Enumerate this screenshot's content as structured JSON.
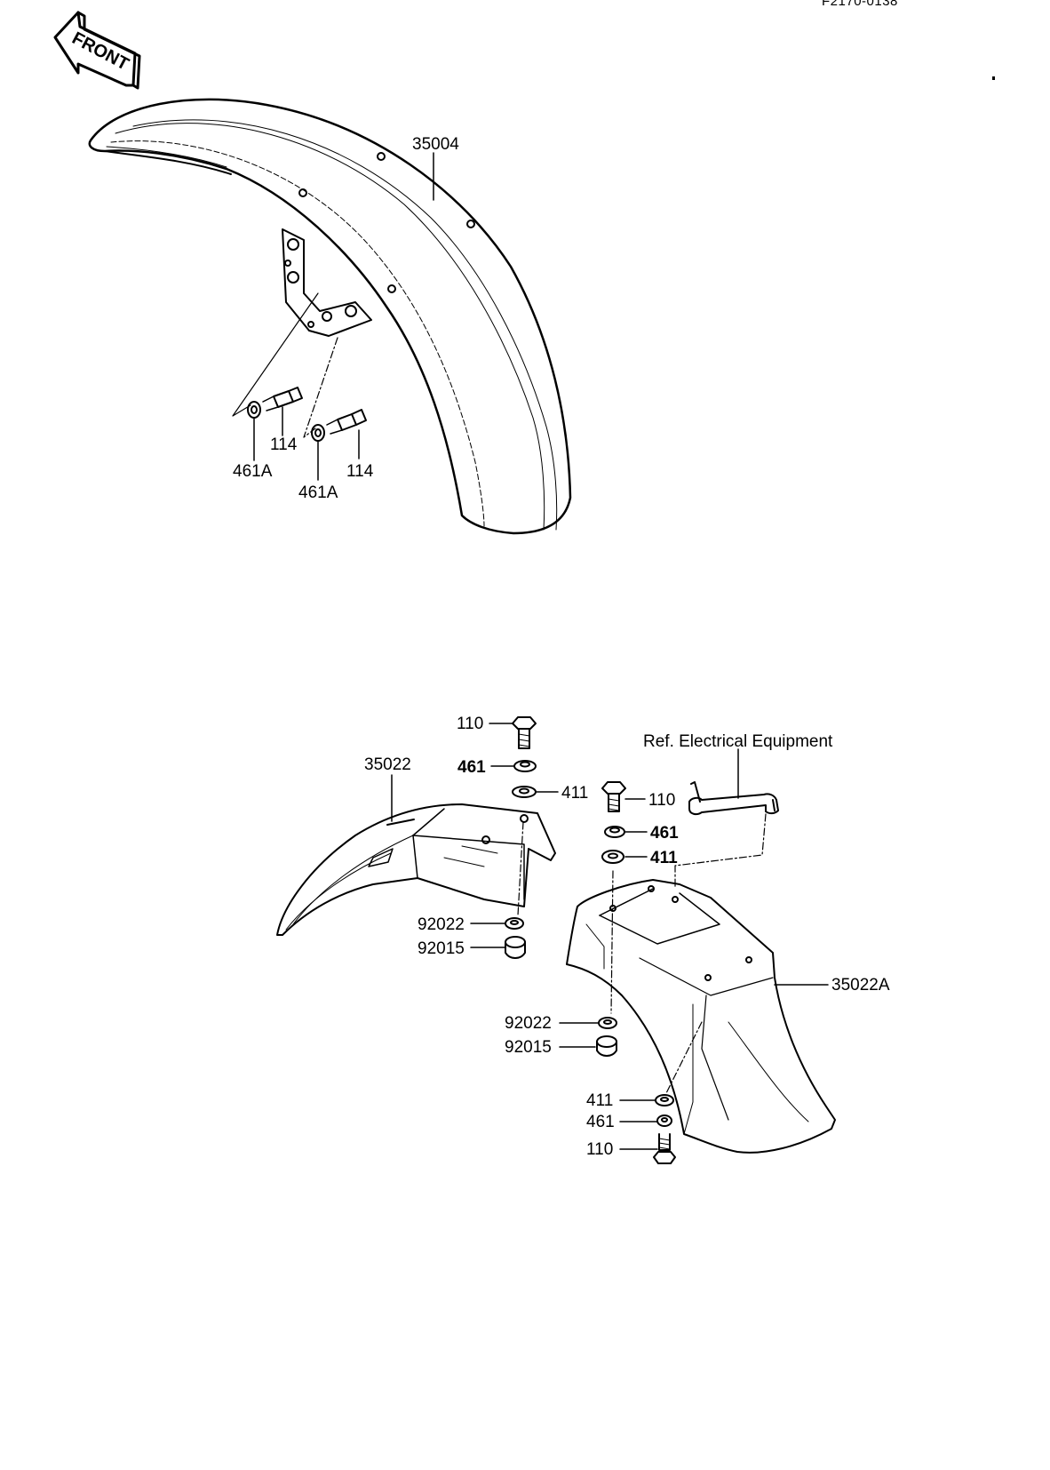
{
  "drawing_code": "F2170-0138",
  "front_arrow": {
    "text": "FRONT"
  },
  "front_fender": {
    "part": "35004",
    "hardware": [
      {
        "id": "bolt_left",
        "part": "114"
      },
      {
        "id": "washer_left",
        "part": "461A"
      },
      {
        "id": "bolt_right",
        "part": "114"
      },
      {
        "id": "washer_right",
        "part": "461A"
      }
    ]
  },
  "rear_fender_variant": {
    "part": "35022",
    "hardware": [
      {
        "id": "bolt",
        "part": "110"
      },
      {
        "id": "lock_washer",
        "part": "461"
      },
      {
        "id": "washer",
        "part": "411"
      },
      {
        "id": "grommet_washer",
        "part": "92022"
      },
      {
        "id": "grommet",
        "part": "92015"
      }
    ]
  },
  "rear_fender_variant_a": {
    "part": "35022A",
    "reference_note": "Ref. Electrical Equipment",
    "hardware_top": [
      {
        "id": "bolt",
        "part": "110"
      },
      {
        "id": "lock_washer",
        "part": "461"
      },
      {
        "id": "washer",
        "part": "411"
      }
    ],
    "hardware_side": [
      {
        "id": "grommet_washer",
        "part": "92022"
      },
      {
        "id": "grommet",
        "part": "92015"
      }
    ],
    "hardware_bottom": [
      {
        "id": "washer",
        "part": "411"
      },
      {
        "id": "lock_washer",
        "part": "461"
      },
      {
        "id": "bolt",
        "part": "110"
      }
    ]
  }
}
